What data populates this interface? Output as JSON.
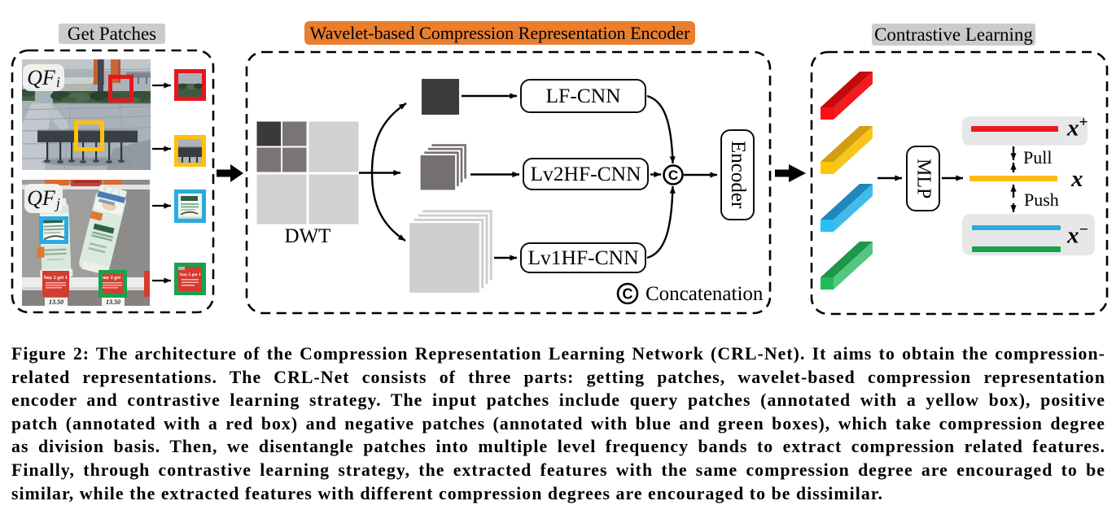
{
  "left_panel": {
    "title": "Get Patches",
    "image1_label": {
      "base": "QF",
      "sub": "i"
    },
    "image2_label": {
      "base": "QF",
      "sub": "j"
    },
    "photo2_text": {
      "tag_line": "buy 2 get 1",
      "price": "13.50"
    }
  },
  "middle_panel": {
    "title": "Wavelet-based Compression Representation Encoder",
    "dwt_label": "DWT",
    "lf_box": "LF-CNN",
    "lv2_box": "Lv2HF-CNN",
    "lv1_box": "Lv1HF-CNN",
    "encoder_box": "Encoder",
    "concat_symbol": "C",
    "concat_legend_symbol": "C",
    "concat_legend": "Concatenation"
  },
  "right_panel": {
    "title": "Contrastive Learning",
    "mlp_box": "MLP",
    "pull_label": "Pull",
    "push_label": "Push",
    "positive_label": {
      "base": "x",
      "sup": "+"
    },
    "query_label": {
      "base": "x",
      "sup": ""
    },
    "negative_label": {
      "base": "x",
      "sup": "−"
    }
  },
  "caption": {
    "lines": [
      "Figure 2: The architecture of the Compression Representation Learning Network (CRL-Net). It aims to obtain the compression-",
      "related representations. The CRL-Net consists of three parts: getting patches, wavelet-based compression representation",
      "encoder and contrastive learning strategy. The input patches include query patches (annotated with a yellow box), positive",
      "patch (annotated with a red box) and negative patches (annotated with blue and green boxes), which take compression degree",
      "as division basis. Then, we disentangle patches into multiple level frequency bands to extract compression related features.",
      "Finally, through contrastive learning strategy, the extracted features with the same compression degree are encouraged to be",
      "similar, while the extracted features with different compression degrees are encouraged to be dissimilar."
    ]
  },
  "colors": {
    "positive_red": "#EA1B1E",
    "query_yellow": "#FBBC12",
    "negative_blue": "#29ABE2",
    "negative_green": "#17A24D",
    "header_orange": "#E87E2E",
    "header_gray": "#CBCBCB",
    "group_gray": "#E7E7E7"
  }
}
